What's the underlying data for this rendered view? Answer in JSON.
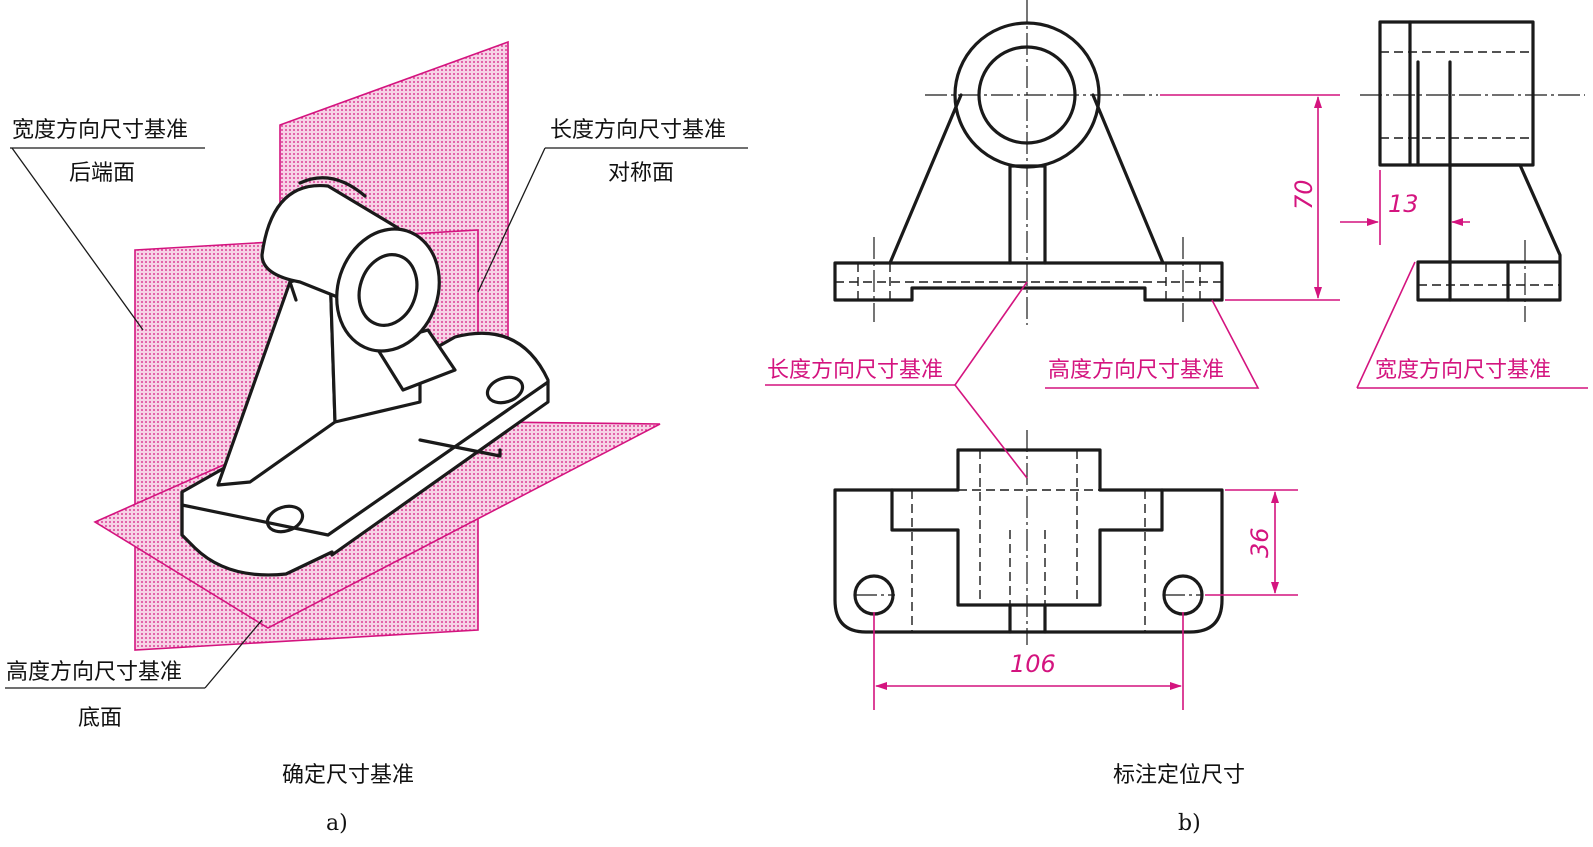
{
  "colors": {
    "datum": "#d4147f",
    "outline": "#1a1a1a"
  },
  "figure_a": {
    "width_datum_title": "宽度方向尺寸基准",
    "width_datum_face": "后端面",
    "length_datum_title": "长度方向尺寸基准",
    "length_datum_face": "对称面",
    "height_datum_title": "高度方向尺寸基准",
    "height_datum_face": "底面",
    "caption": "确定尺寸基准",
    "sub_label": "a)"
  },
  "figure_b": {
    "length_datum_label": "长度方向尺寸基准",
    "height_datum_label": "高度方向尺寸基准",
    "width_datum_label": "宽度方向尺寸基准",
    "dim_height": "70",
    "dim_width": "13",
    "dim_depth": "36",
    "dim_length": "106",
    "caption": "标注定位尺寸",
    "sub_label": "b)"
  }
}
